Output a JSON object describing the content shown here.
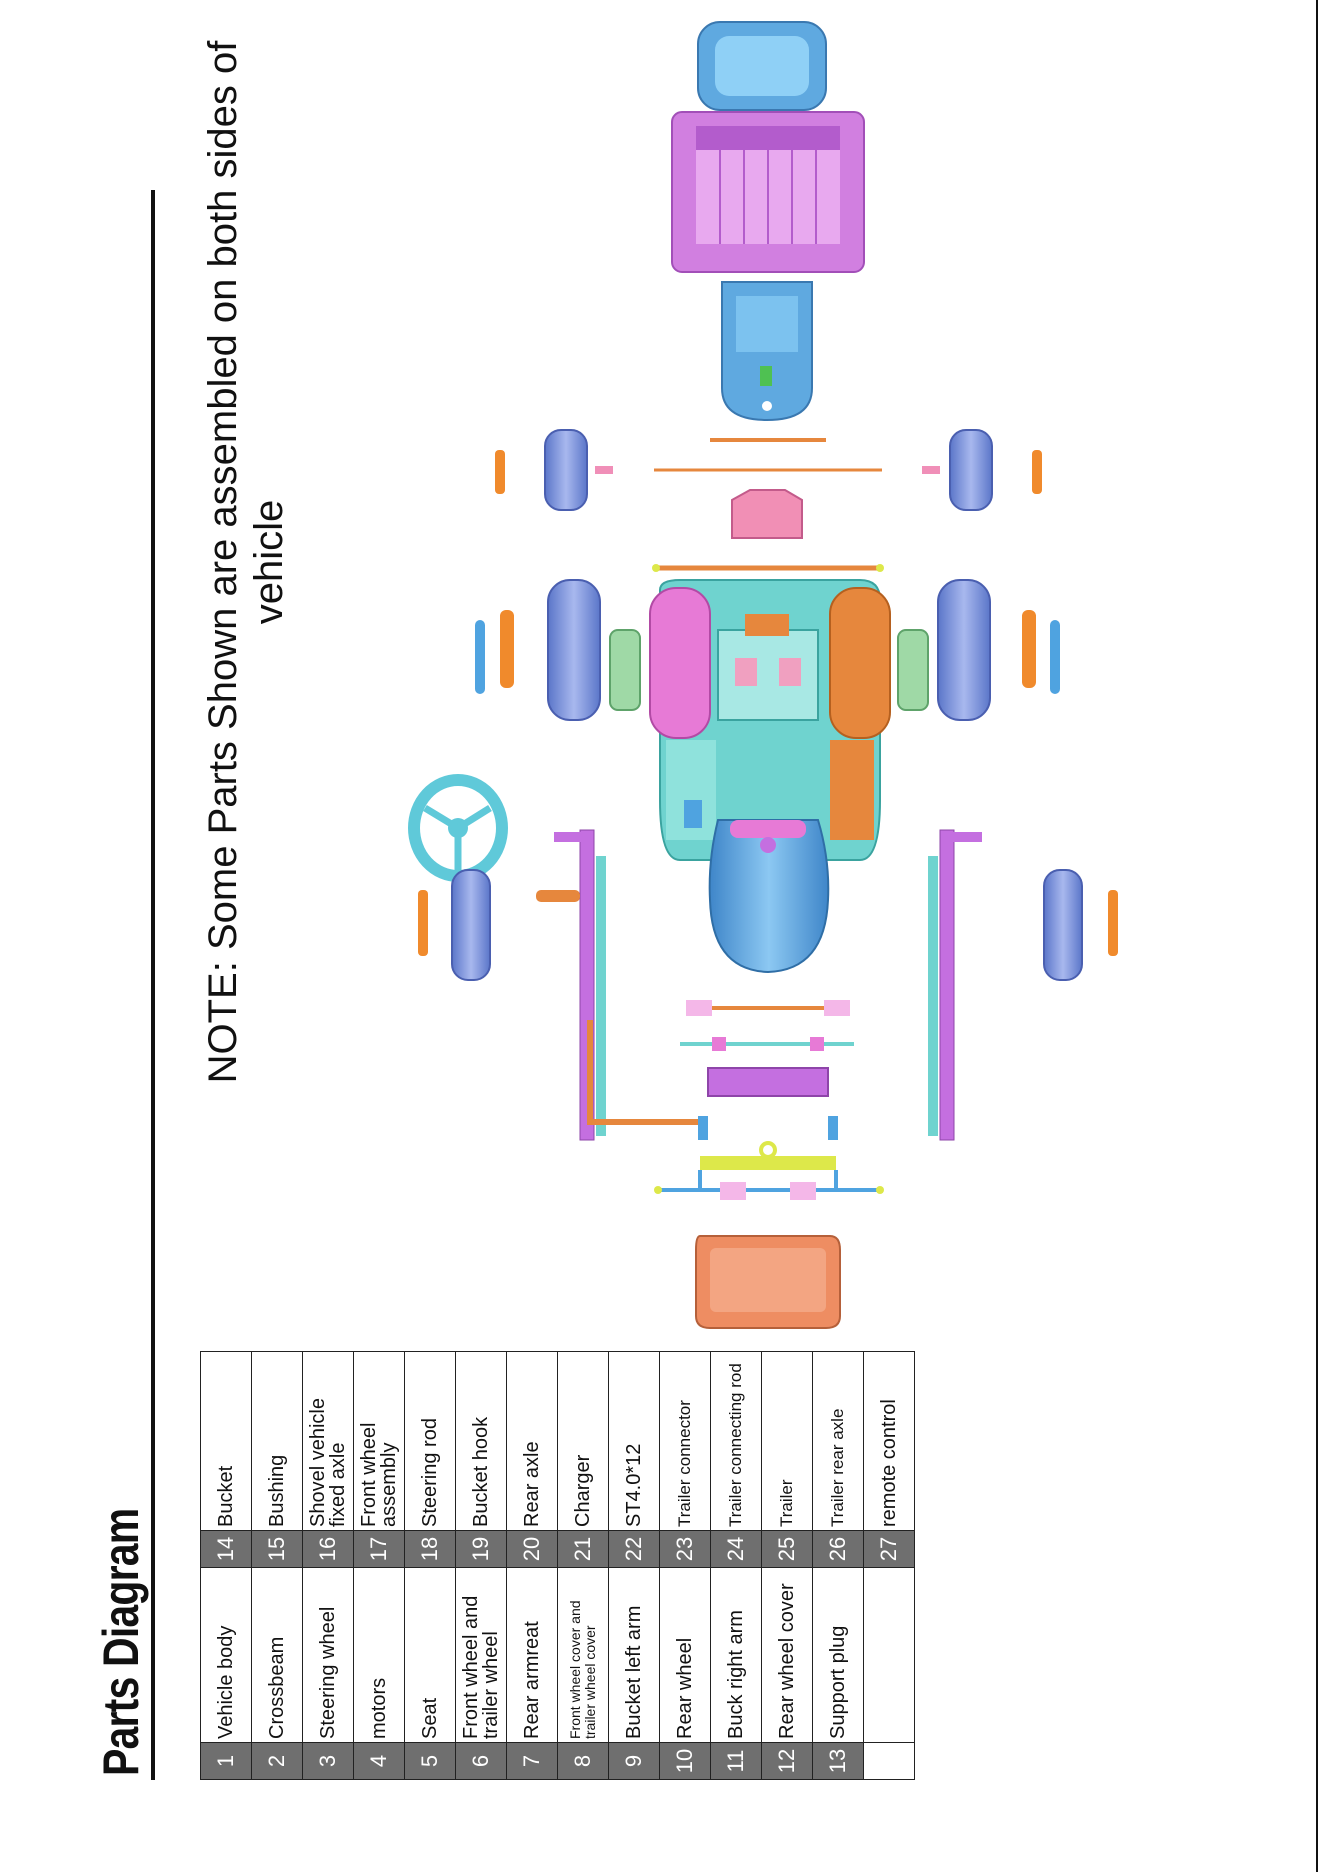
{
  "title": "Parts Diagram",
  "note": "NOTE: Some Parts Shown are assembled on both sides of vehicle",
  "parts": [
    {
      "num": "1",
      "name": "Vehicle body"
    },
    {
      "num": "2",
      "name": "Crossbeam"
    },
    {
      "num": "3",
      "name": "Steering wheel"
    },
    {
      "num": "4",
      "name": "motors"
    },
    {
      "num": "5",
      "name": "Seat"
    },
    {
      "num": "6",
      "name": "Front wheel and trailer wheel"
    },
    {
      "num": "7",
      "name": "Rear armreat"
    },
    {
      "num": "8",
      "name": "Front wheel cover and trailer wheel cover"
    },
    {
      "num": "9",
      "name": "Bucket left arm"
    },
    {
      "num": "10",
      "name": "Rear wheel"
    },
    {
      "num": "11",
      "name": "Buck right arm"
    },
    {
      "num": "12",
      "name": "Rear wheel cover"
    },
    {
      "num": "13",
      "name": "Support plug"
    },
    {
      "num": "14",
      "name": "Bucket"
    },
    {
      "num": "15",
      "name": "Bushing"
    },
    {
      "num": "16",
      "name": "Shovel vehicle fixed axle"
    },
    {
      "num": "17",
      "name": "Front wheel assembly"
    },
    {
      "num": "18",
      "name": "Steering rod"
    },
    {
      "num": "19",
      "name": "Bucket hook"
    },
    {
      "num": "20",
      "name": "Rear axle"
    },
    {
      "num": "21",
      "name": "Charger"
    },
    {
      "num": "22",
      "name": "ST4.0*12"
    },
    {
      "num": "23",
      "name": "Trailer connector"
    },
    {
      "num": "24",
      "name": "Trailer connecting rod"
    },
    {
      "num": "25",
      "name": "Trailer"
    },
    {
      "num": "26",
      "name": "Trailer rear axle"
    },
    {
      "num": "27",
      "name": "remote control"
    }
  ],
  "colors": {
    "blue": "#5fa9e0",
    "cyan": "#6fd3cf",
    "pink": "#e77ad6",
    "purple": "#c46fe0",
    "orange": "#e6873d",
    "salmon": "#ee8d62",
    "green": "#9fd9a6",
    "lime": "#dde84a",
    "table_num_bg": "#6f6f6f"
  }
}
